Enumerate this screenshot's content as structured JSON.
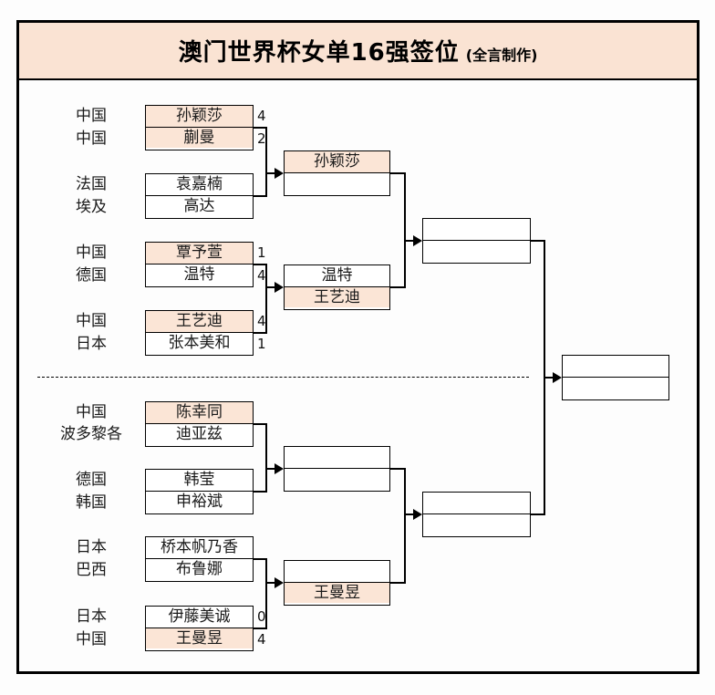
{
  "header": {
    "title": "澳门世界杯女单16强签位",
    "credit": "(全言制作)"
  },
  "colors": {
    "page_bg": "#fdfdfd",
    "panel_fill": "#fae3d3",
    "highlight_fill": "#fbe5d6",
    "line": "#000000"
  },
  "countries": [
    "中国",
    "中国",
    "法国",
    "埃及",
    "中国",
    "德国",
    "中国",
    "日本",
    "中国",
    "波多黎各",
    "德国",
    "韩国",
    "日本",
    "巴西",
    "日本",
    "中国"
  ],
  "r16": [
    {
      "p1": {
        "name": "孙颖莎",
        "score": "4",
        "hl": true
      },
      "p2": {
        "name": "蒯曼",
        "score": "2",
        "hl": true
      }
    },
    {
      "p1": {
        "name": "袁嘉楠",
        "score": "",
        "hl": false
      },
      "p2": {
        "name": "高达",
        "score": "",
        "hl": false
      }
    },
    {
      "p1": {
        "name": "覃予萱",
        "score": "1",
        "hl": true
      },
      "p2": {
        "name": "温特",
        "score": "4",
        "hl": false
      }
    },
    {
      "p1": {
        "name": "王艺迪",
        "score": "4",
        "hl": true
      },
      "p2": {
        "name": "张本美和",
        "score": "1",
        "hl": false
      }
    },
    {
      "p1": {
        "name": "陈幸同",
        "score": "",
        "hl": true
      },
      "p2": {
        "name": "迪亚兹",
        "score": "",
        "hl": false
      }
    },
    {
      "p1": {
        "name": "韩莹",
        "score": "",
        "hl": false
      },
      "p2": {
        "name": "申裕斌",
        "score": "",
        "hl": false
      }
    },
    {
      "p1": {
        "name": "桥本帆乃香",
        "score": "",
        "hl": false
      },
      "p2": {
        "name": "布鲁娜",
        "score": "",
        "hl": false
      }
    },
    {
      "p1": {
        "name": "伊藤美诚",
        "score": "0",
        "hl": false
      },
      "p2": {
        "name": "王曼昱",
        "score": "4",
        "hl": true
      }
    }
  ],
  "r8": [
    {
      "p1": {
        "name": "孙颖莎",
        "hl": true
      },
      "p2": {
        "name": "",
        "hl": false
      }
    },
    {
      "p1": {
        "name": "温特",
        "hl": false
      },
      "p2": {
        "name": "王艺迪",
        "hl": true
      }
    },
    {
      "p1": {
        "name": "",
        "hl": false
      },
      "p2": {
        "name": "",
        "hl": false
      }
    },
    {
      "p1": {
        "name": "",
        "hl": false
      },
      "p2": {
        "name": "王曼昱",
        "hl": true
      }
    }
  ],
  "sf": [
    {
      "p1": {
        "name": "",
        "hl": false
      },
      "p2": {
        "name": "",
        "hl": false
      }
    },
    {
      "p1": {
        "name": "",
        "hl": false
      },
      "p2": {
        "name": "",
        "hl": false
      }
    }
  ],
  "final": {
    "p1": {
      "name": "",
      "hl": false
    },
    "p2": {
      "name": "",
      "hl": false
    }
  }
}
